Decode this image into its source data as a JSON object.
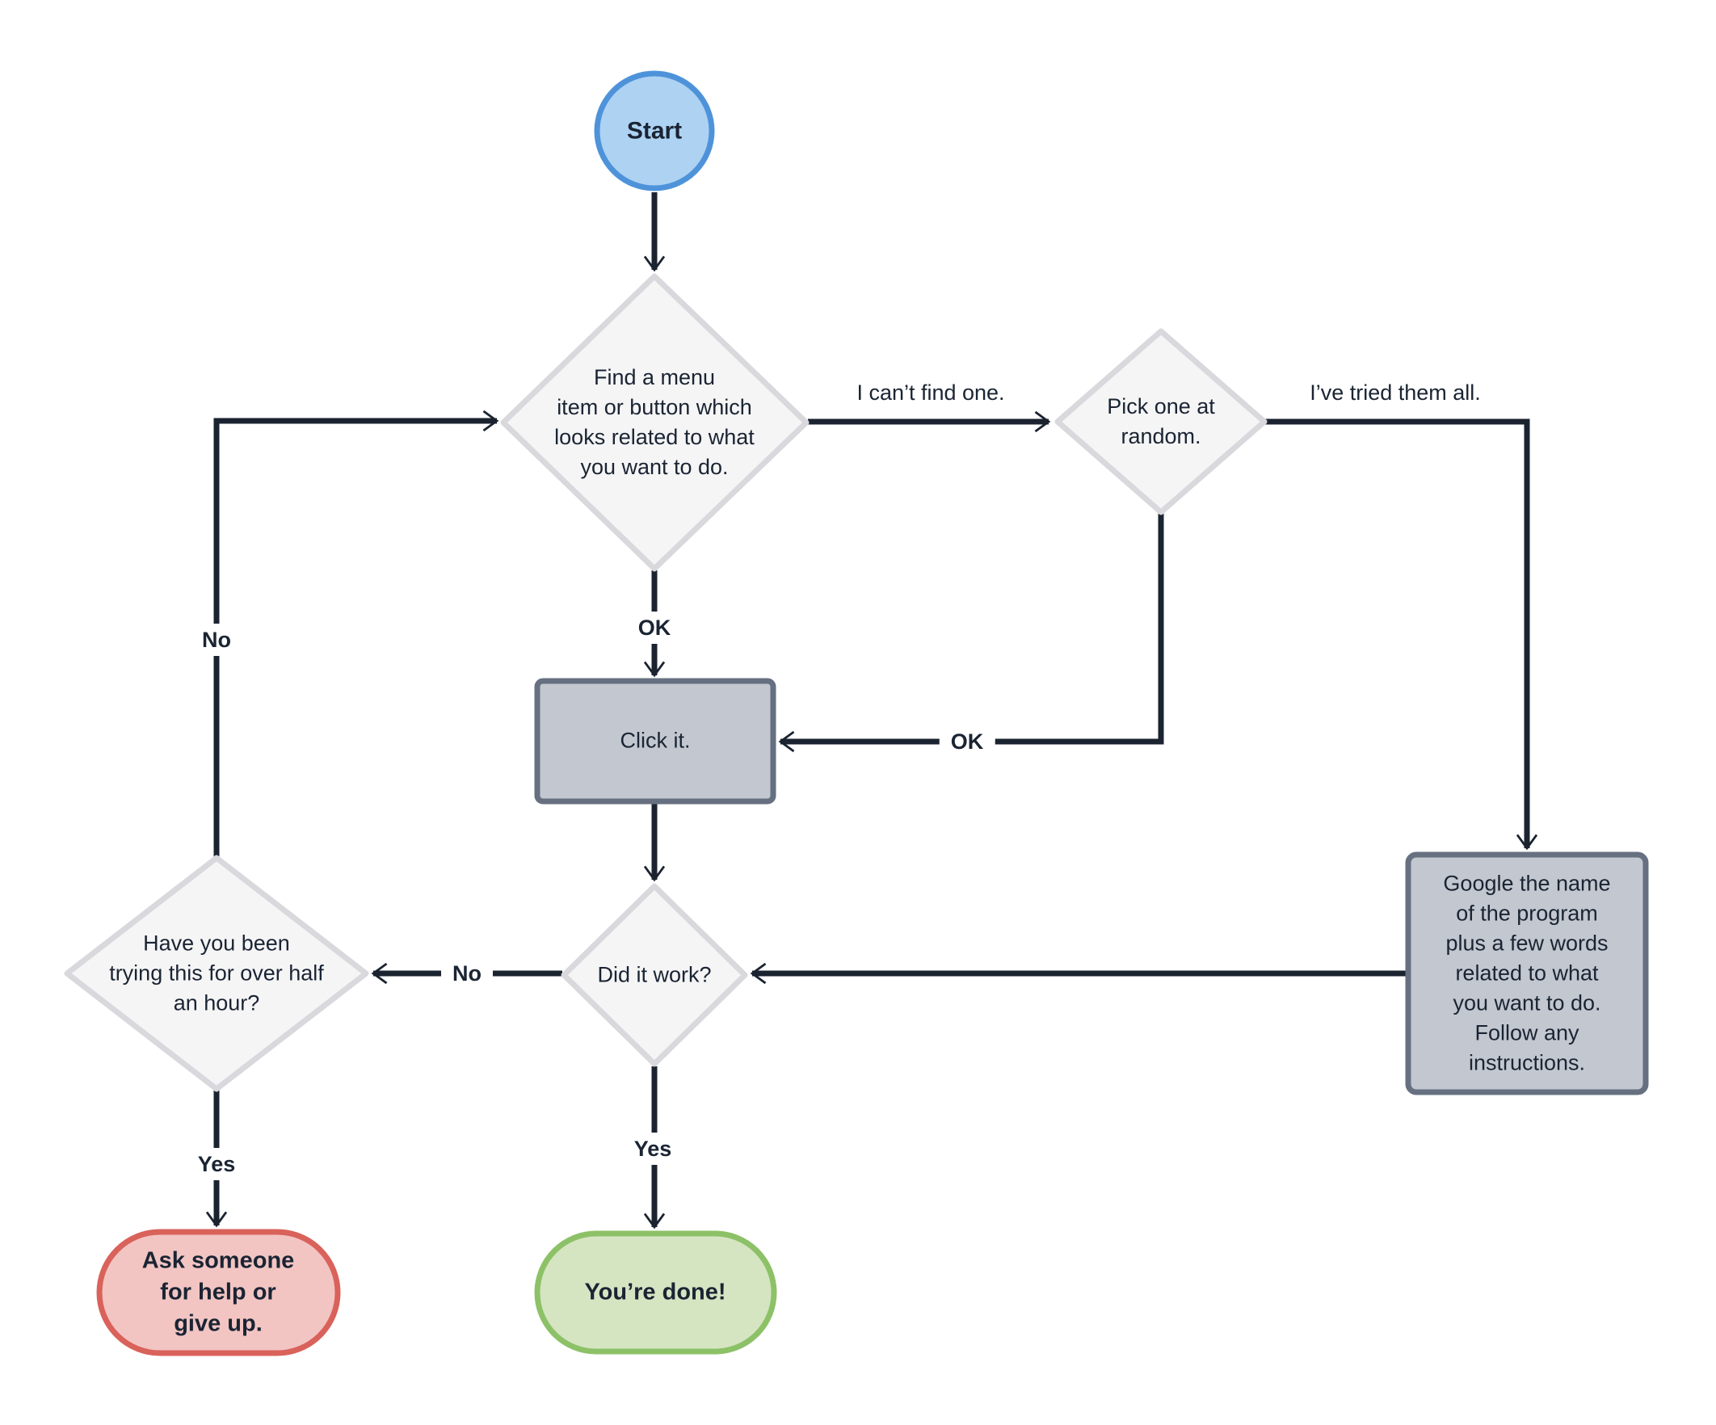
{
  "diagram": {
    "nodes": {
      "start": {
        "label": "Start"
      },
      "find_menu": {
        "label": "Find a menu\nitem or button which\nlooks related to what\nyou want to do."
      },
      "pick_random": {
        "label": "Pick one at\nrandom."
      },
      "click_it": {
        "label": "Click it."
      },
      "google": {
        "label": "Google the name\nof the program\nplus a few words\nrelated to what\nyou want to do.\nFollow any\ninstructions."
      },
      "did_it_work": {
        "label": "Did it work?"
      },
      "half_hour": {
        "label": "Have you been\ntrying this for over half\nan hour?"
      },
      "ask_help": {
        "label": "Ask someone\nfor help or\ngive up."
      },
      "done": {
        "label": "You’re done!"
      }
    },
    "edges": {
      "cant_find": "I can’t find one.",
      "tried_all": "I’ve tried them all.",
      "ok_top": "OK",
      "ok_side": "OK",
      "no_up": "No",
      "no_mid": "No",
      "yes_left": "Yes",
      "yes_mid": "Yes"
    },
    "colors": {
      "background": "#ffffff",
      "connector_line": "#1b2330",
      "text": "#1a2433",
      "start_fill": "#aed2f2",
      "start_border": "#4e93da",
      "decision_fill": "#f5f5f6",
      "decision_border": "#d8d8dd",
      "process_fill": "#c3c7cf",
      "process_border": "#667080",
      "fail_fill": "#f2c5c3",
      "fail_border": "#d9625b",
      "success_fill": "#d5e5c2",
      "success_border": "#8dc167"
    }
  }
}
